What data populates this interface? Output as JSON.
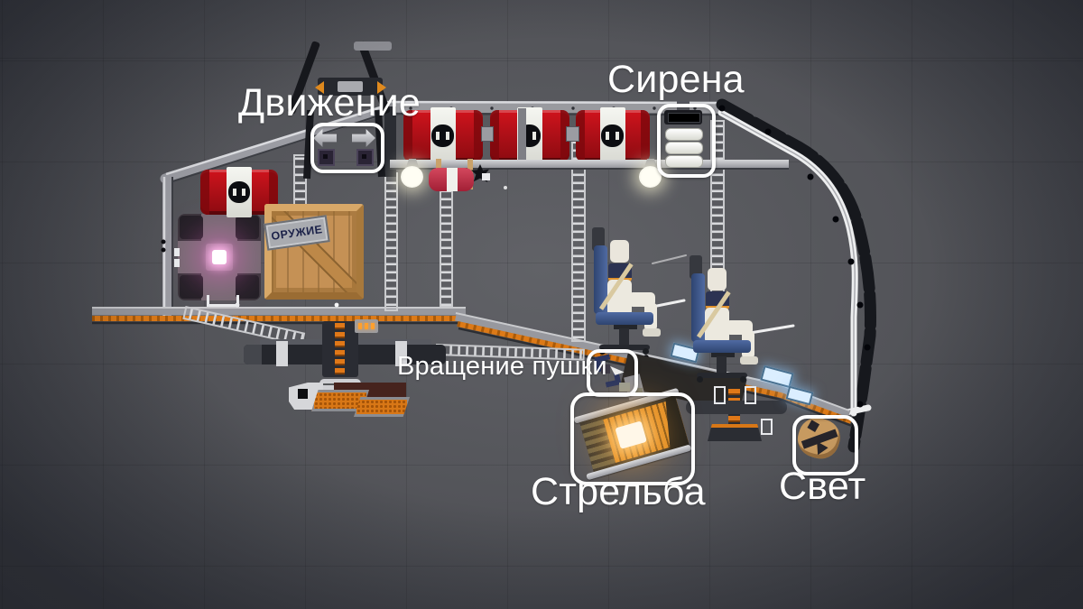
{
  "scene": {
    "description": "sandbox-game vehicle blueprint with annotated controls",
    "background_color": "#535459"
  },
  "callouts": {
    "movement": {
      "label": "Движение"
    },
    "siren": {
      "label": "Сирена"
    },
    "gun_rotation": {
      "label": "Вращение пушки"
    },
    "shooting": {
      "label": "Стрельба"
    },
    "light": {
      "label": "Свет"
    }
  },
  "objects": {
    "crate_sign": "ОРУЖИЕ"
  },
  "colors": {
    "label_text": "#ffffff",
    "callout_outline": "#ffffff",
    "barrel_red": "#b01018",
    "floor_trim_orange": "#dd7a17",
    "reactor_glow": "#ff8fe0",
    "console_glow": "#ffc46a",
    "chair_blue": "#46639b",
    "crate_wood": "#c59155",
    "hull_gray": "#9b9ca3",
    "hull_dark": "#16181d"
  }
}
